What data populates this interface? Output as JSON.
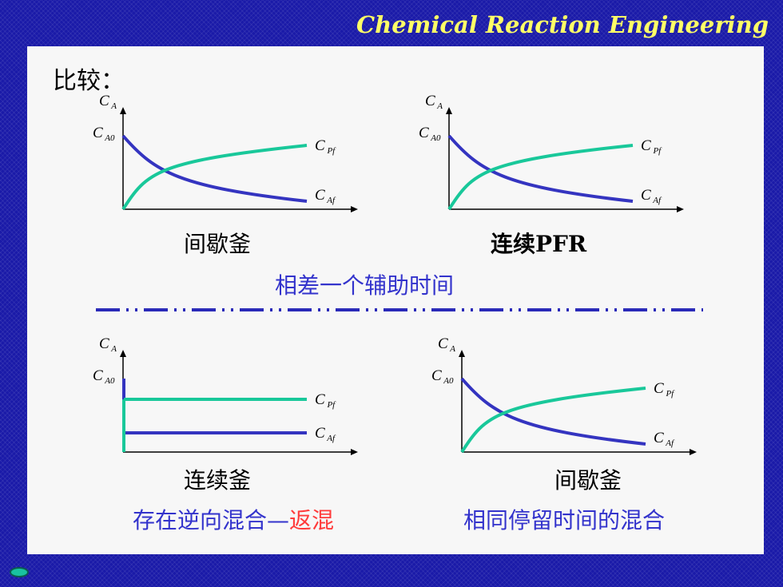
{
  "header": {
    "title": "Chemical Reaction Engineering"
  },
  "heading": "比较：",
  "axis": {
    "ca": "C",
    "ca_sub": "A",
    "ca0_sub": "A0",
    "cpf_sub": "Pf",
    "caf_sub": "Af"
  },
  "diagrams": [
    {
      "caption": "间歇釜",
      "type": "curves"
    },
    {
      "caption": "连续PFR",
      "type": "curves"
    },
    {
      "caption": "连续釜",
      "type": "steps"
    },
    {
      "caption": "间歇釜",
      "type": "curves"
    }
  ],
  "notes": {
    "top": "相差一个辅助时间",
    "bottom_left_prefix": "存在逆向混合—",
    "bottom_left_red": "返混",
    "bottom_right": "相同停留时间的混合"
  },
  "colors": {
    "blue_curve": "#3434c0",
    "green_curve": "#19c89a",
    "note": "#3333cc",
    "red": "#ff3b3b",
    "title": "#ffff66"
  }
}
